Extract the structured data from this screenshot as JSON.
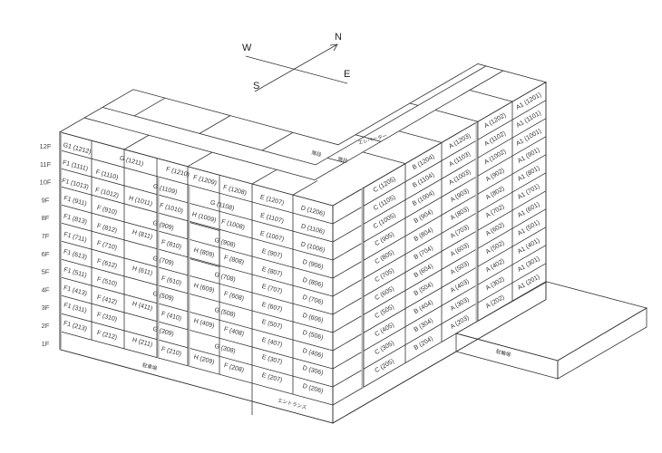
{
  "compass": {
    "north": "N",
    "east": "E",
    "south": "S",
    "west": "W"
  },
  "floors": [
    "12F",
    "11F",
    "10F",
    "9F",
    "8F",
    "7F",
    "6F",
    "5F",
    "4F",
    "3F",
    "2F",
    "1F"
  ],
  "highlight": {
    "unit": "H (809)",
    "color": "#f7cdd6"
  },
  "left_face_units": [
    "G1 (1212)",
    "G (1211)",
    "F (1210)",
    "F (1209)",
    "F (1208)",
    "E (1207)",
    "D (1206)",
    "F1 (1111)",
    "F (1110)",
    "G (1109)",
    "G (1108)",
    "E (1107)",
    "D (1106)",
    "F1 (1013)",
    "F (1012)",
    "H (1011)",
    "F (1010)",
    "H (1009)",
    "F (1008)",
    "E (1007)",
    "D (1006)",
    "F1 (911)",
    "F (910)",
    "G (909)",
    "G (908)",
    "E (907)",
    "D (906)",
    "F1 (813)",
    "F (812)",
    "H (811)",
    "F (810)",
    "H (809)",
    "F (808)",
    "E (807)",
    "D (806)",
    "F1 (711)",
    "F (710)",
    "G (709)",
    "G (708)",
    "E (707)",
    "D (706)",
    "F1 (613)",
    "F (612)",
    "H (611)",
    "F (610)",
    "H (609)",
    "F (608)",
    "E (607)",
    "D (606)",
    "F1 (511)",
    "F (510)",
    "G (509)",
    "G (508)",
    "E (507)",
    "D (506)",
    "F1 (413)",
    "F (412)",
    "H (411)",
    "F (410)",
    "H (409)",
    "F (408)",
    "E (407)",
    "D (406)",
    "F1 (311)",
    "F (310)",
    "G (309)",
    "G (308)",
    "E (307)",
    "D (306)",
    "F1 (213)",
    "F (212)",
    "H (211)",
    "F (210)",
    "H (209)",
    "F (208)",
    "E (207)",
    "D (206)"
  ],
  "right_face_columns": [
    {
      "name": "C",
      "units": [
        "C (1205)",
        "C (1105)",
        "C (1005)",
        "C (905)",
        "C (805)",
        "C (705)",
        "C (605)",
        "C (505)",
        "C (405)",
        "C (305)",
        "C (205)"
      ]
    },
    {
      "name": "B",
      "units": [
        "B (1204)",
        "B (1104)",
        "B (1004)",
        "B (904)",
        "B (804)",
        "B (704)",
        "B (604)",
        "B (504)",
        "B (404)",
        "B (304)",
        "B (204)"
      ]
    },
    {
      "name": "A",
      "units": [
        "A (1203)",
        "A (1103)",
        "A (1003)",
        "A (903)",
        "A (803)",
        "A (703)",
        "A (603)",
        "A (503)",
        "A (403)",
        "A (303)",
        "A (203)"
      ]
    },
    {
      "name": "A",
      "units": [
        "A (1202)",
        "A (1102)",
        "A (1002)",
        "A (902)",
        "A (802)",
        "A (702)",
        "A (602)",
        "A (502)",
        "A (402)",
        "A (302)",
        "A (202)"
      ]
    },
    {
      "name": "A1",
      "units": [
        "A1 (1201)",
        "A1 (1101)",
        "A1 (1001)",
        "A1 (901)",
        "A1 (801)",
        "A1 (701)",
        "A1 (601)",
        "A1 (501)",
        "A1 (401)",
        "A1 (301)",
        "A1 (201)"
      ]
    }
  ],
  "roof": {
    "stairs_1": "階段",
    "stairs_2": "階段",
    "elevator": "エレベーター"
  },
  "ground": {
    "parking": "駐車場",
    "entrance": "エントランス",
    "bicycle_parking": "駐輪場"
  }
}
